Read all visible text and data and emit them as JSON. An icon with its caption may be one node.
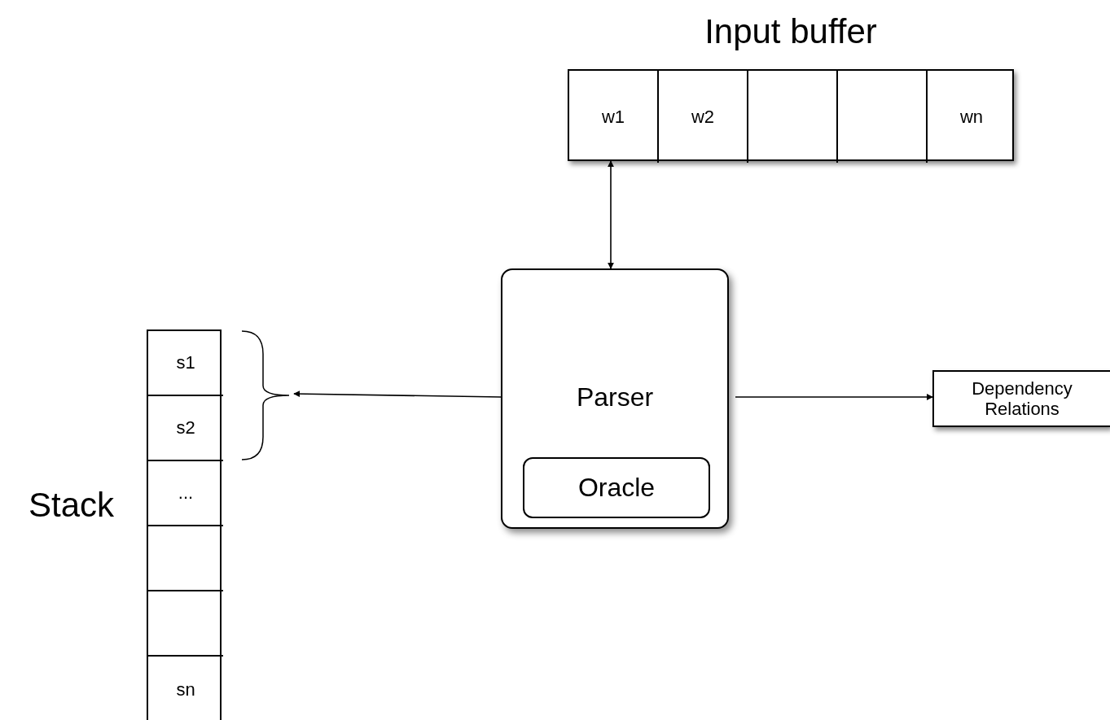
{
  "diagram": {
    "nodes": [
      {
        "text": [
          "Input buffer"
        ]
      },
      {
        "text": [
          "w1"
        ],
        "in": 0
      },
      {
        "text": [
          "w2"
        ],
        "in": 0
      },
      {
        "text": [],
        "shape": "box",
        "in": 0
      },
      {
        "text": [],
        "shape": "box",
        "in": 0
      },
      {
        "text": [
          "wn"
        ],
        "in": 0
      },
      {
        "text": [
          "Parser"
        ]
      },
      {
        "text": [
          "Oracle"
        ],
        "in": 6
      },
      {
        "text": [
          "Stack"
        ]
      },
      {
        "text": [
          "s1"
        ],
        "in": 8
      },
      {
        "text": [
          "s2"
        ],
        "in": 8
      },
      {
        "text": [
          "..."
        ],
        "in": 8
      },
      {
        "text": [],
        "shape": "box",
        "in": 8
      },
      {
        "text": [],
        "shape": "box",
        "in": 8
      },
      {
        "text": [
          "sn"
        ],
        "in": 8
      },
      {
        "text": [],
        "shape": "brace"
      },
      {
        "text": [
          "Dependency Relations"
        ]
      }
    ],
    "edges": [
      {
        "from": 6,
        "to": 0,
        "arrow": "both"
      },
      {
        "from": 6,
        "to": 15,
        "arrow": "to"
      },
      {
        "from": 6,
        "to": 16,
        "arrow": "to"
      }
    ]
  }
}
